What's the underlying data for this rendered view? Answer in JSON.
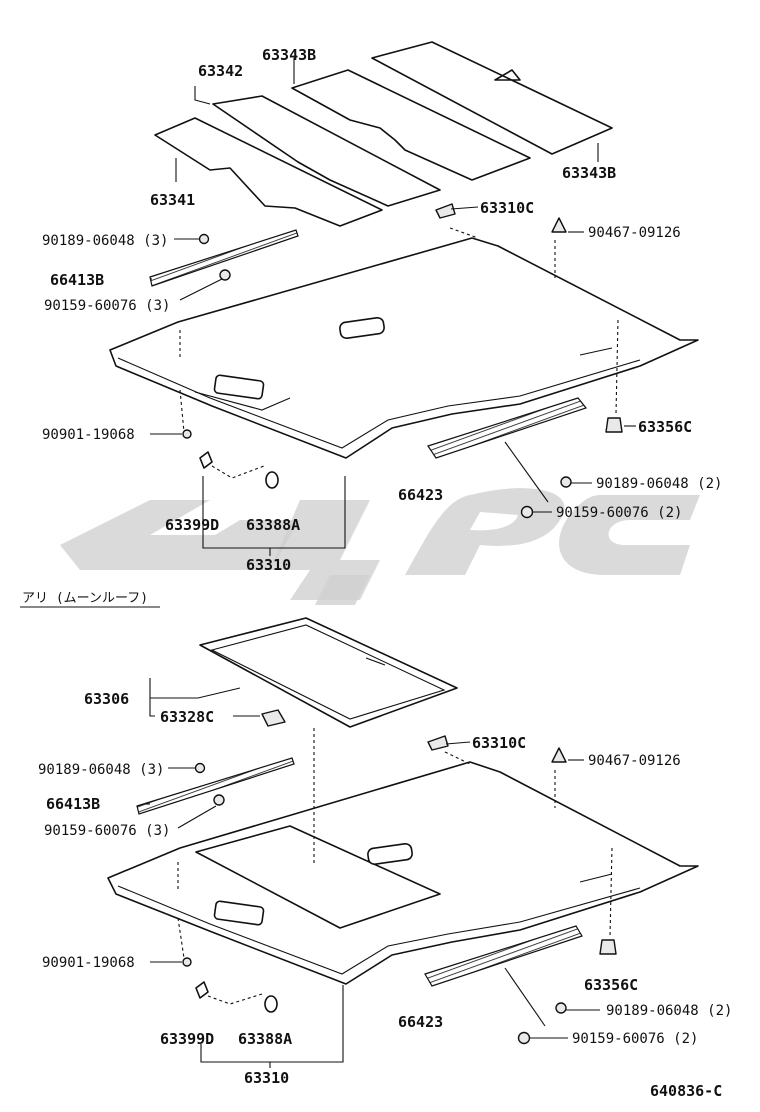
{
  "diagram": {
    "drawing_code": "640836-C",
    "section_label": "アリ (ムーンルーフ)",
    "upper": {
      "labels": {
        "p63343B_top": "63343B",
        "p63342": "63342",
        "p63341": "63341",
        "p63343B_right": "63343B",
        "p63310C": "63310C",
        "p90467": "90467-09126",
        "p90189": "90189-06048 (3)",
        "p66413B": "66413B",
        "p90159": "90159-60076 (3)",
        "p90901": "90901-19068",
        "p63356C": "63356C",
        "p66423": "66423",
        "p90189r": "90189-06048 (2)",
        "p90159r": "90159-60076 (2)",
        "p63399D": "63399D",
        "p63388A": "63388A",
        "p63310": "63310"
      }
    },
    "lower": {
      "labels": {
        "p63306": "63306",
        "p63328C": "63328C",
        "p63310C": "63310C",
        "p90467": "90467-09126",
        "p90189": "90189-06048 (3)",
        "p66413B": "66413B",
        "p90159": "90159-60076 (3)",
        "p90901": "90901-19068",
        "p63356C": "63356C",
        "p66423": "66423",
        "p90189r": "90189-06048 (2)",
        "p90159r": "90159-60076 (2)",
        "p63399D": "63399D",
        "p63388A": "63388A",
        "p63310": "63310"
      }
    }
  }
}
